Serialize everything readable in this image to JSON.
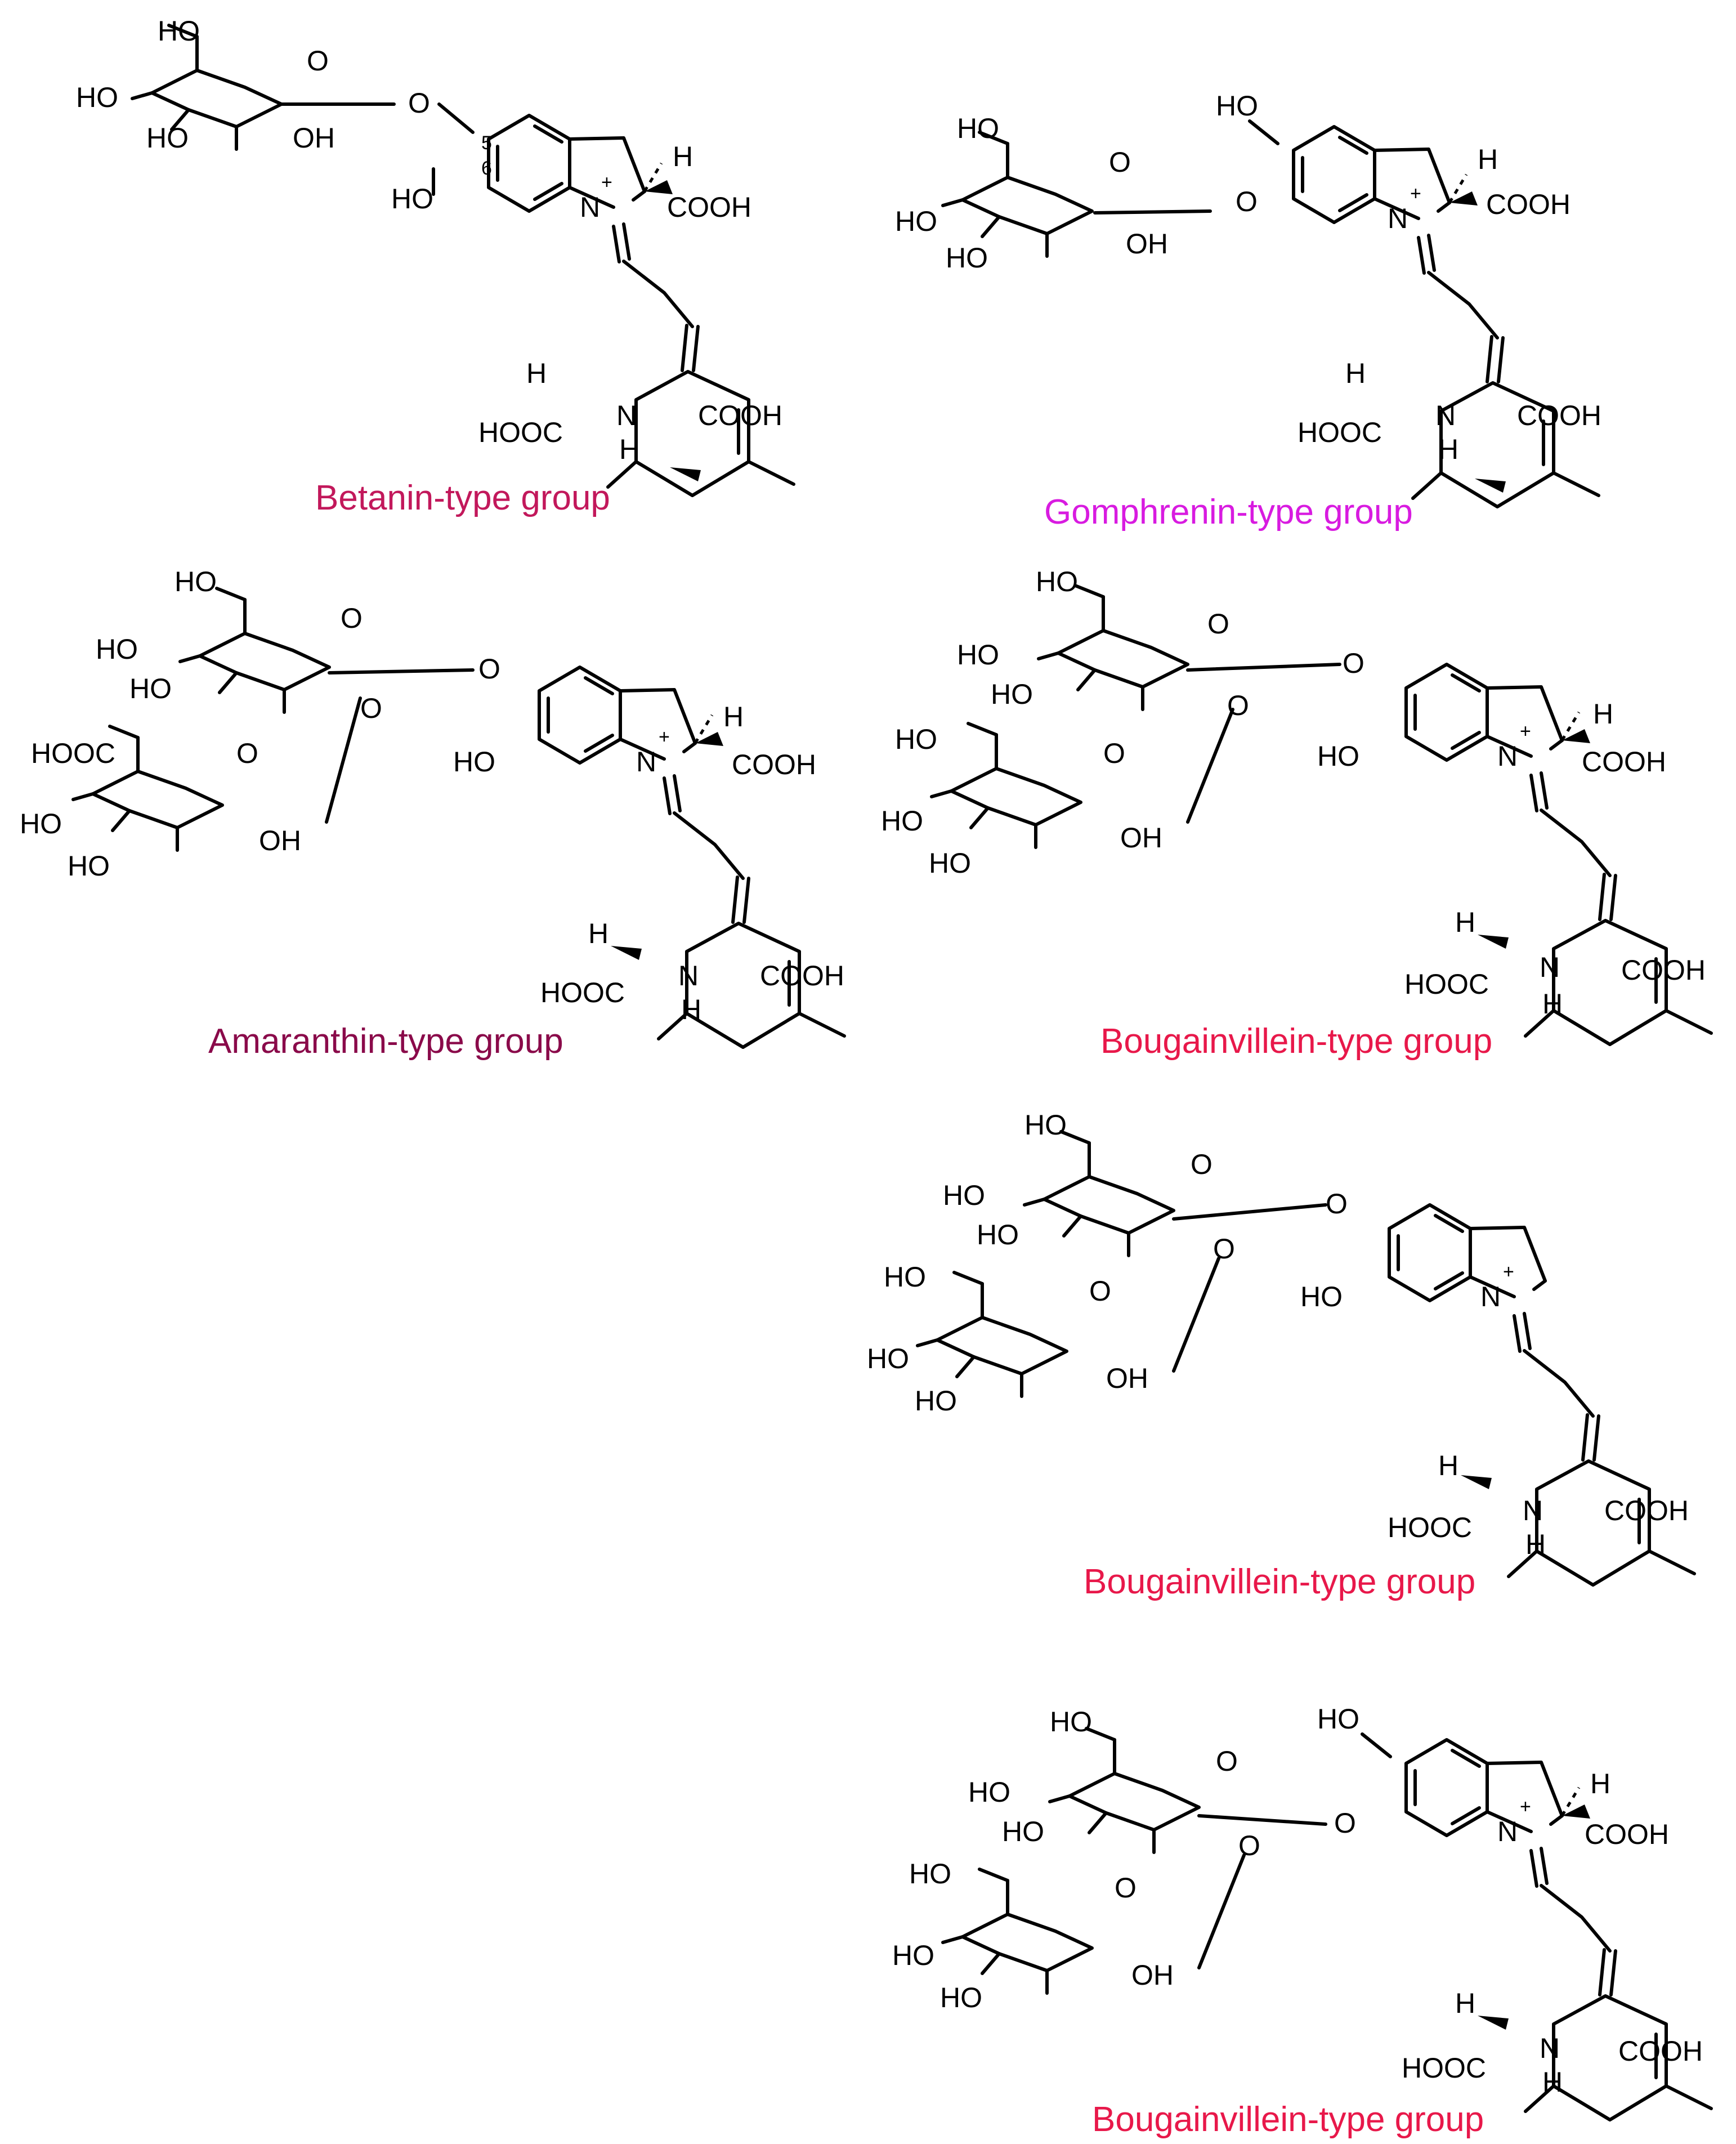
{
  "colors": {
    "betanin": "#c2185b",
    "gomphrenin": "#d81be0",
    "amaranthin": "#8a0a4a",
    "bougainvillein": "#e8184a",
    "ink": "#000000"
  },
  "atoms": {
    "ho": "HO",
    "oh": "OH",
    "o": "O",
    "n": "N",
    "nplus": "+",
    "h": "H",
    "cooh": "COOH",
    "hooc": "HOOC",
    "pos5": "5",
    "pos6": "6"
  },
  "structures": [
    {
      "id": "betanin",
      "caption": "Betanin-type group",
      "color_key": "betanin"
    },
    {
      "id": "gomphrenin",
      "caption": "Gomphrenin-type group",
      "color_key": "gomphrenin"
    },
    {
      "id": "amaranthin",
      "caption": "Amaranthin-type group",
      "color_key": "amaranthin"
    },
    {
      "id": "bougainvillein-1",
      "caption": "Bougainvillein-type group",
      "color_key": "bougainvillein"
    },
    {
      "id": "bougainvillein-2",
      "caption": "Bougainvillein-type group",
      "color_key": "bougainvillein"
    },
    {
      "id": "bougainvillein-3",
      "caption": "Bougainvillein-type group",
      "color_key": "bougainvillein"
    }
  ]
}
